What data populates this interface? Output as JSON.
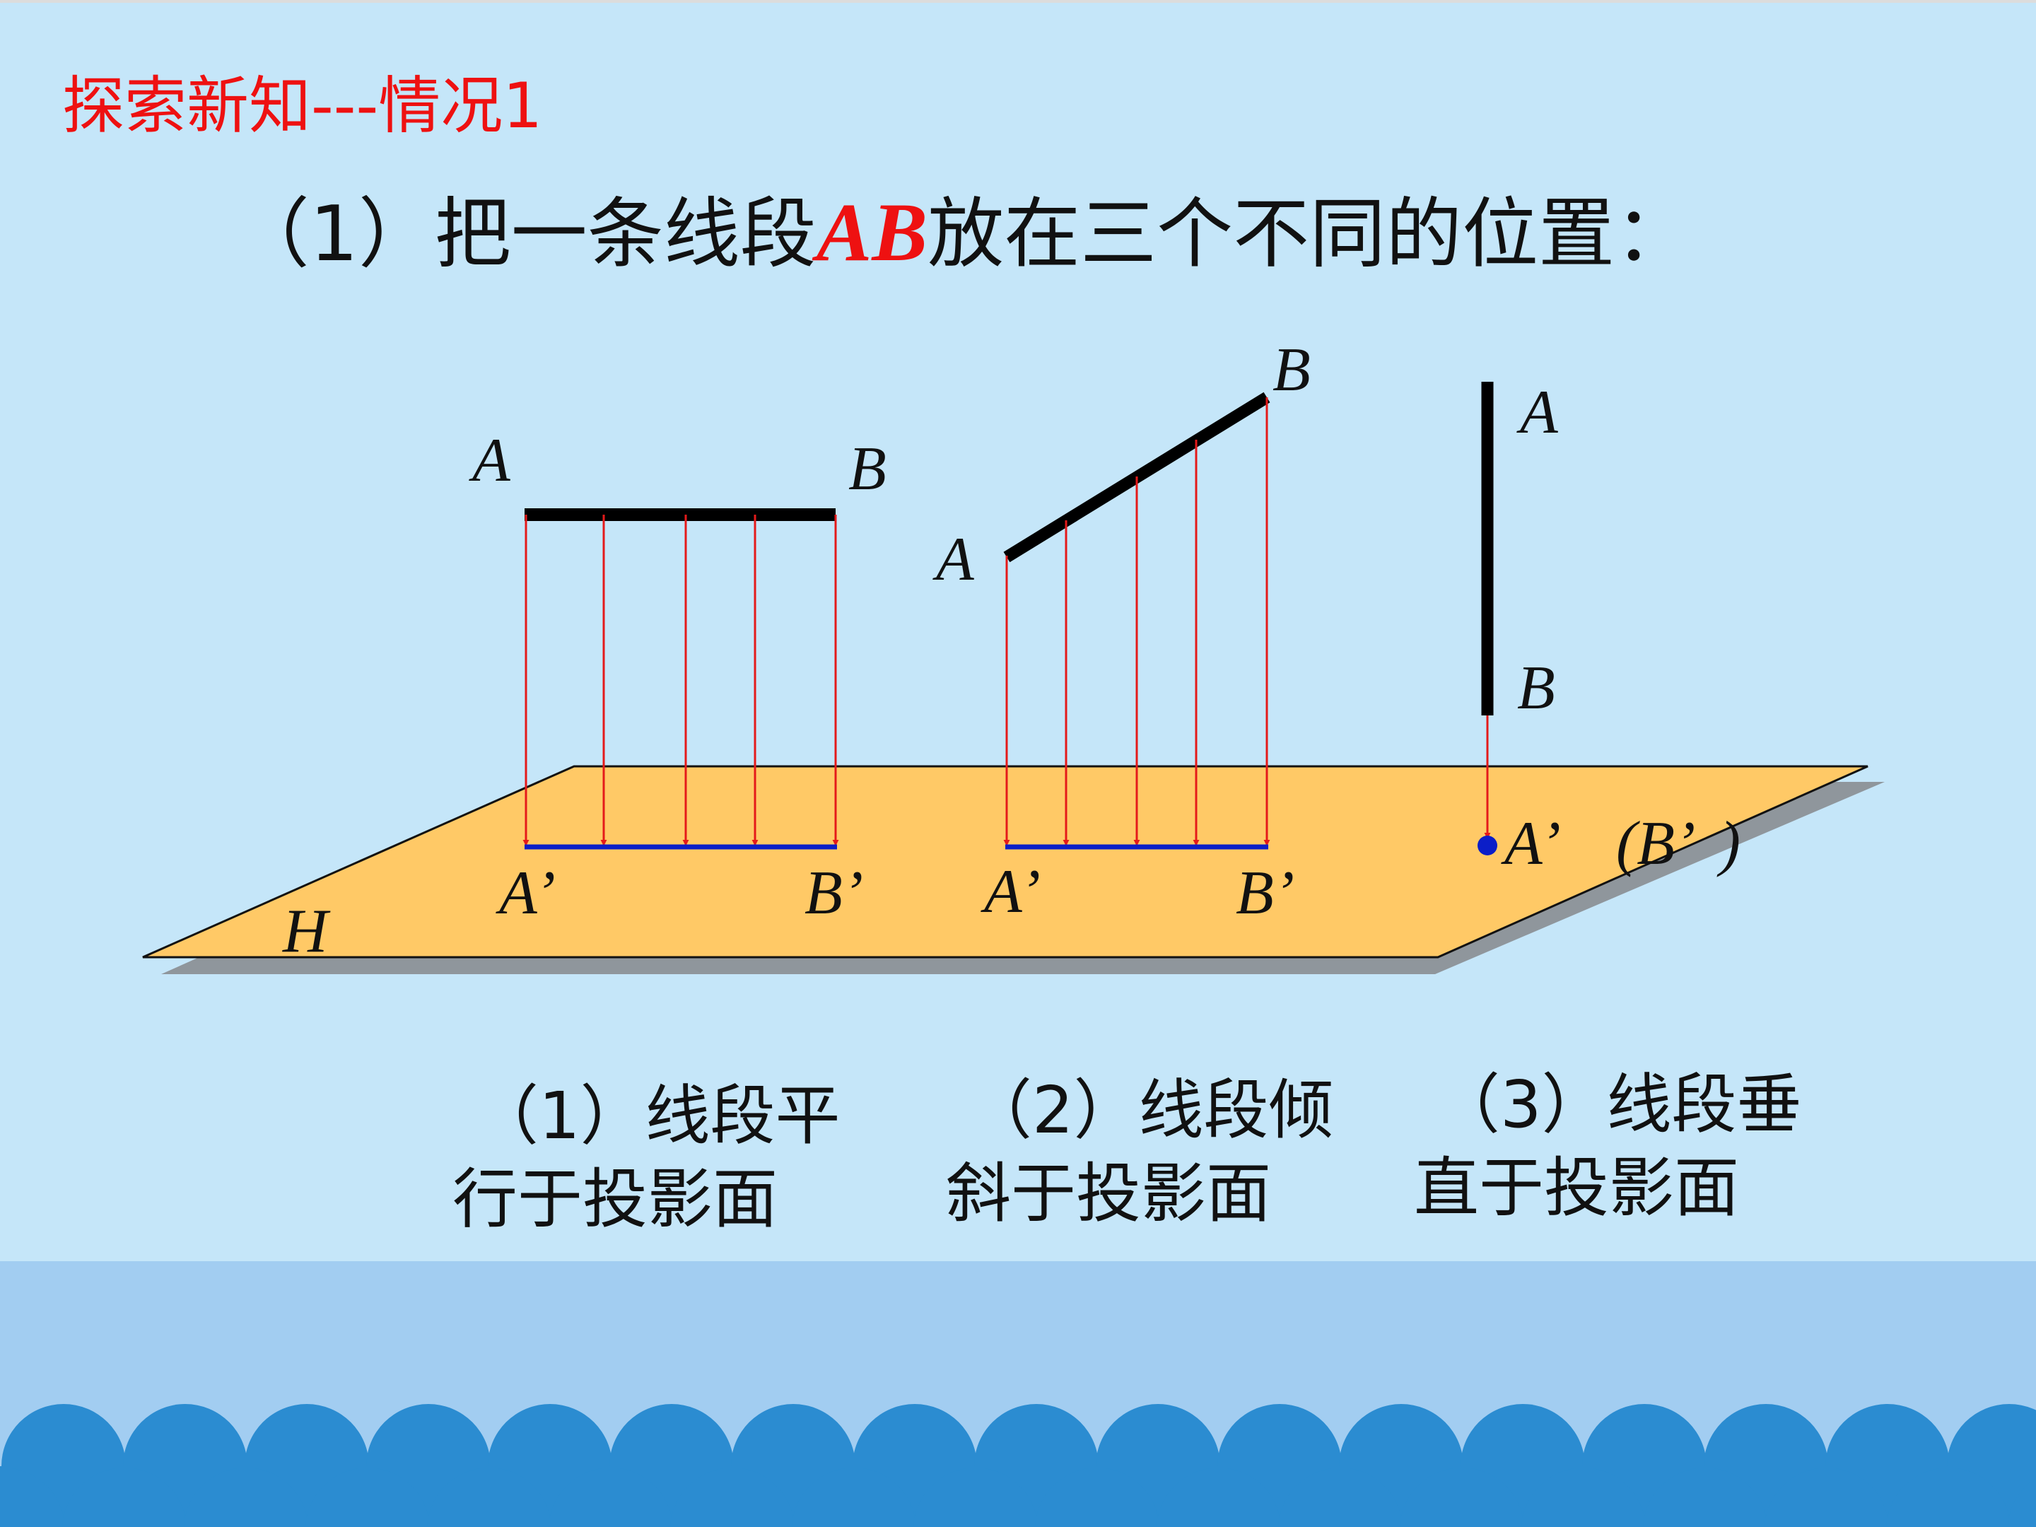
{
  "section_title": "探索新知---情况1",
  "heading": {
    "prefix": "（1）把一条线段",
    "segment": "AB",
    "suffix": "放在三个不同的位置："
  },
  "plane_label": "H",
  "cases": [
    {
      "a": "A",
      "b": "B",
      "a_proj": "A’",
      "b_proj": "B’"
    },
    {
      "a": "A",
      "b": "B",
      "a_proj": "A’",
      "b_proj": "B’"
    },
    {
      "a": "A",
      "b": "B",
      "proj": "A’",
      "proj_paren": "(B’  )"
    }
  ],
  "captions": [
    {
      "line1": "（1）线段平",
      "line2": "行于投影面"
    },
    {
      "line1": "（2）线段倾",
      "line2": "斜于投影面"
    },
    {
      "line1": "（3）线段垂",
      "line2": "直于投影面"
    }
  ],
  "colors": {
    "plane": "#ffc966",
    "plane_shadow": "#8f969c",
    "segment": "#000000",
    "projection_ray": "#e41a1a",
    "projection": "#0b1ec8",
    "title_red": "#ee1111",
    "background": "#c5e6f9",
    "wave": "#2b8cd1"
  }
}
